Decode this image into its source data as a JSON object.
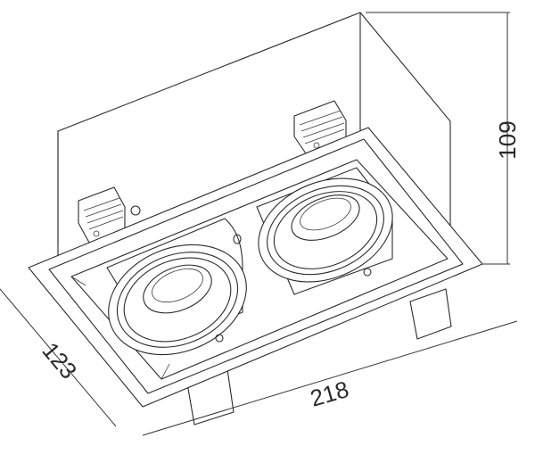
{
  "dimensions": {
    "width": "218",
    "depth": "123",
    "height": "109"
  },
  "colors": {
    "line": "#2b2b2b",
    "background": "#ffffff"
  }
}
